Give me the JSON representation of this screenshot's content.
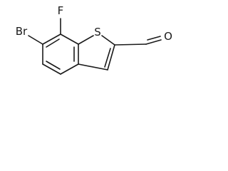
{
  "molecule": {
    "atoms": {
      "bromine": "Br",
      "fluorine": "F",
      "sulfur": "S",
      "oxygen": "O"
    },
    "colors": {
      "bond": "#1a1a1a",
      "label": "#1a1a1a",
      "background": "#ffffff"
    }
  }
}
